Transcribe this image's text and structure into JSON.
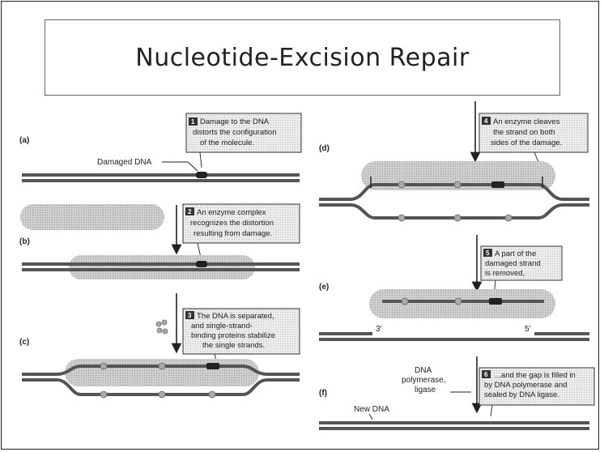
{
  "title": "Nucleotide-Excision Repair",
  "panels": {
    "a": "(a)",
    "b": "(b)",
    "c": "(c)",
    "d": "(d)",
    "e": "(e)",
    "f": "(f)"
  },
  "labels": {
    "damaged_dna": "Damaged DNA",
    "three_prime": "3'",
    "five_prime": "5'",
    "dna": "DNA",
    "polymerase": "polymerase,",
    "ligase": "ligase",
    "new_dna": "New DNA"
  },
  "steps": [
    {
      "num": "1",
      "lines": [
        "Damage to the DNA",
        "distorts the configuration",
        "of the molecule."
      ]
    },
    {
      "num": "2",
      "lines": [
        "An enzyme complex",
        "recognizes the distortion",
        "resulting from damage."
      ]
    },
    {
      "num": "3",
      "lines": [
        "The DNA is separated,",
        "and single-strand-",
        "binding proteins stabilize",
        "the single strands."
      ]
    },
    {
      "num": "4",
      "lines": [
        "An enzyme cleaves",
        "the strand on both",
        "sides of the damage."
      ]
    },
    {
      "num": "5",
      "lines": [
        "A part of the",
        "damaged strand",
        "is removed,"
      ]
    },
    {
      "num": "6",
      "lines": [
        "...and the gap is filled in",
        "by DNA polymerase and",
        "sealed by DNA ligase."
      ]
    }
  ],
  "colors": {
    "strand": "#555555",
    "protein_shade": "#c8c8c8",
    "badge": "#333333",
    "damage": "#222222"
  }
}
